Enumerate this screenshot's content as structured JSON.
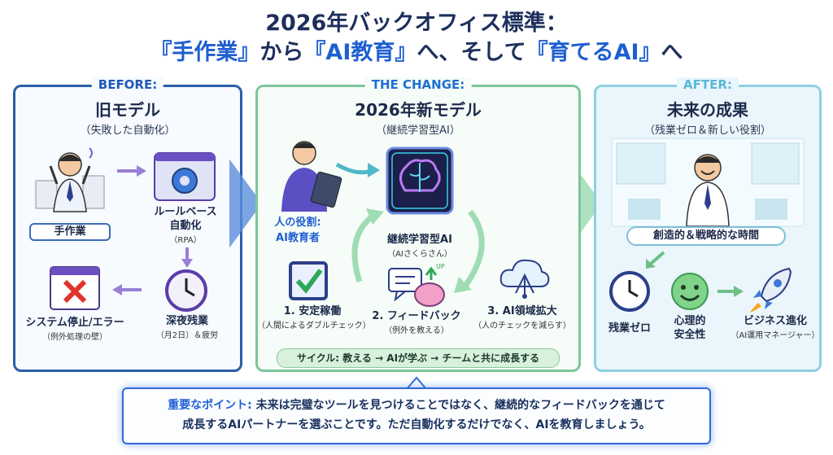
{
  "header": {
    "line1": "2026年バックオフィス標準：",
    "line2_parts": [
      "『手作業』",
      "から",
      "『AI教育』",
      "へ、そして",
      "『育てるAI』",
      "へ"
    ]
  },
  "before": {
    "tag": "BEFORE:",
    "title": "旧モデル",
    "subtitle": "（失敗した自動化）",
    "manual": "手作業",
    "rule_line1": "ルールベース",
    "rule_line2": "自動化",
    "rule_sub": "（RPA）",
    "error_title": "システム停止/エラー",
    "error_sub": "（例外処理の壁）",
    "night_title": "深夜残業",
    "night_sub": "（月2日）＆疲労"
  },
  "change": {
    "tag": "THE CHANGE:",
    "title": "2026年新モデル",
    "subtitle": "（継続学習型AI）",
    "role_line1": "人の役割:",
    "role_line2": "AI教育者",
    "ai_title": "継続学習型AI",
    "ai_sub": "（AIさくらさん）",
    "step1_title": "1. 安定稼働",
    "step1_sub": "（人間によるダブルチェック）",
    "step2_title": "2. フィードバック",
    "step2_sub": "（例外を教える）",
    "step3_title": "3. AI領域拡大",
    "step3_sub": "（人のチェックを減らす）",
    "up": "UP",
    "cycle": "サイクル: 教える → AIが学ぶ → チームと共に成長する"
  },
  "after": {
    "tag": "AFTER:",
    "title": "未来の成果",
    "subtitle": "（残業ゼロ＆新しい役割）",
    "creative": "創造的＆戦略的な時間",
    "zero": "残業ゼロ",
    "safety_line1": "心理的",
    "safety_line2": "安全性",
    "biz_title": "ビジネス進化",
    "biz_sub": "（AI運用マネージャー）"
  },
  "keypoint": {
    "label": "重要なポイント:",
    "line1_rest": " 未来は完璧なツールを見つけることではなく、継続的なフィードバックを通じて",
    "line2": "成長するAIパートナーを選ぶことです。ただ自動化するだけでなく、AIを教育しましょう。"
  },
  "colors": {
    "navy": "#1d2f5c",
    "blue": "#1e5fd0",
    "green": "#7cc79a",
    "sky": "#8fcfe3",
    "purple": "#7a5bc7",
    "error": "#e0342b"
  },
  "icons": [
    "stressed-worker-icon",
    "rpa-gear-icon",
    "error-window-icon",
    "clock-icon",
    "teacher-tablet-icon",
    "ai-brain-chip-icon",
    "checkbox-icon",
    "chat-brain-icon",
    "cloud-network-icon",
    "happy-worker-icon",
    "smile-icon",
    "rocket-icon"
  ]
}
